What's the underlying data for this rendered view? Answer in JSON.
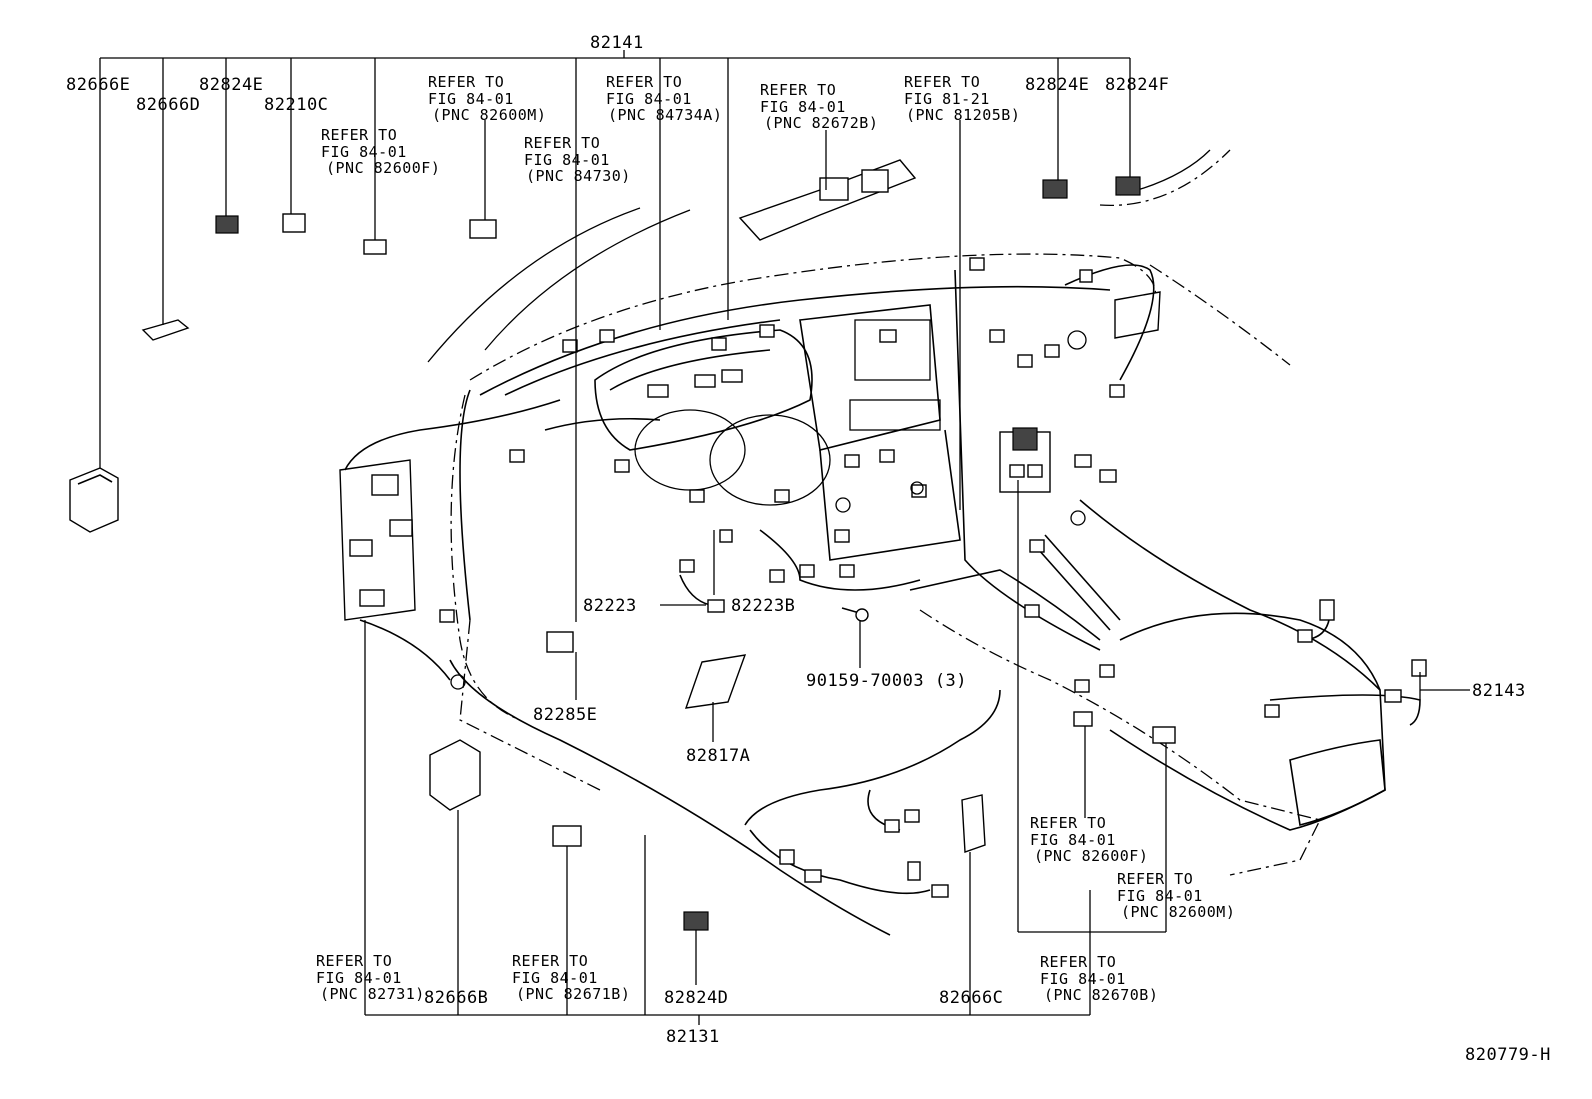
{
  "figure_code": "820779-H",
  "refer": {
    "line1": "REFER TO",
    "fig_84_01": "FIG 84-01",
    "fig_81_21": "FIG 81-21",
    "pnc_82600M": "(PNC 82600M)",
    "pnc_82600F": "(PNC 82600F)",
    "pnc_84730": "(PNC 84730)",
    "pnc_84734A": "(PNC 84734A)",
    "pnc_82672B": "(PNC 82672B)",
    "pnc_81205B": "(PNC 81205B)",
    "pnc_82731": "(PNC 82731)",
    "pnc_82671B": "(PNC 82671B)",
    "pnc_82670B": "(PNC 82670B)"
  },
  "parts": {
    "p82141": "82141",
    "p82666E": "82666E",
    "p82666D": "82666D",
    "p82824E_left": "82824E",
    "p82210C": "82210C",
    "p82824E_right": "82824E",
    "p82824F": "82824F",
    "p82223": "82223",
    "p82223B": "82223B",
    "p82285E": "82285E",
    "p82817A": "82817A",
    "p90159": "90159-70003 (3)",
    "p82143": "82143",
    "p82666B": "82666B",
    "p82824D": "82824D",
    "p82666C": "82666C",
    "p82131": "82131"
  },
  "icons": [
    "connector-icon",
    "relay-icon",
    "clip-icon",
    "bolt-icon",
    "label-sheet-icon",
    "instrument-panel-wire-harness-drawing"
  ]
}
